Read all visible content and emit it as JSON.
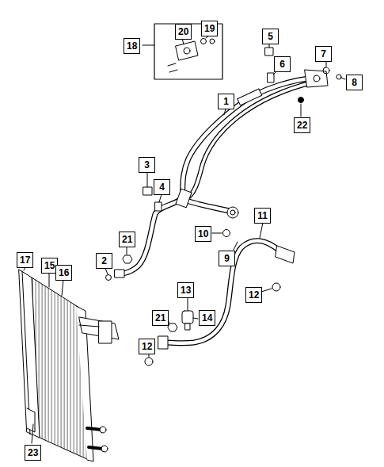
{
  "diagram": {
    "labels": [
      "20",
      "19",
      "18",
      "5",
      "6",
      "7",
      "8",
      "1",
      "22",
      "3",
      "4",
      "11",
      "10",
      "21",
      "9",
      "2",
      "17",
      "15",
      "16",
      "13",
      "12",
      "21",
      "14",
      "12",
      "23"
    ]
  }
}
